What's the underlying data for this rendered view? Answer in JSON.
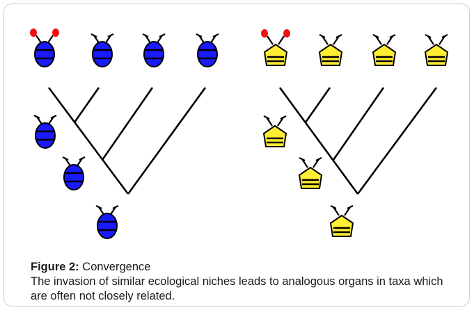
{
  "figure": {
    "colors": {
      "blue_body": "#1a1aff",
      "yellow_body": "#ffee33",
      "red_antenna_tip": "#ee1111",
      "outline": "#000000"
    },
    "icons": [
      "blue-beetle-icon",
      "yellow-pentagon-creature-icon"
    ],
    "caption": {
      "label": "Figure 2:",
      "title": " Convergence",
      "text": "The invasion of similar ecological niches leads to analogous organs in taxa which are often not closely related."
    }
  }
}
